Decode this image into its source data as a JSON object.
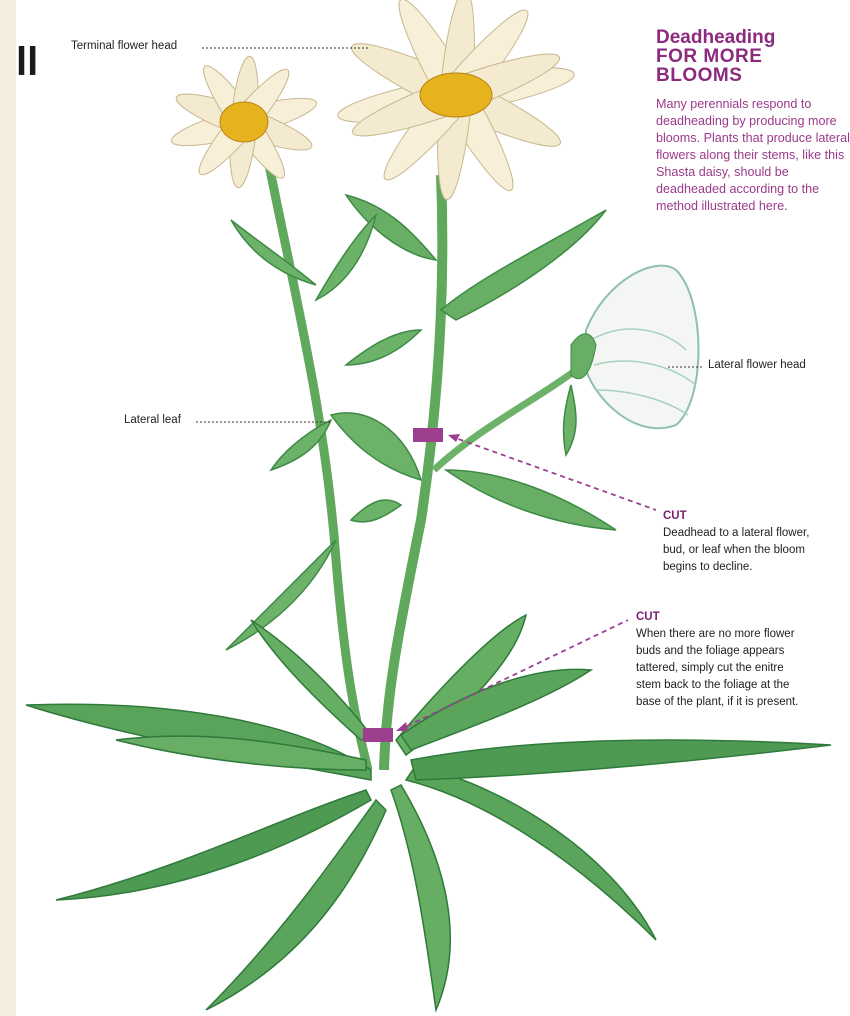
{
  "heading": {
    "line1": "Deadheading",
    "line2": "FOR MORE",
    "line3": "BLOOMS"
  },
  "intro": "Many perennials respond to deadheading by producing more blooms. Plants that produce lateral flowers along their stems, like this Shasta daisy, should be deadheaded according to the method illustrated here.",
  "labels": {
    "terminal_flower_head": "Terminal flower head",
    "lateral_flower_head": "Lateral flower head",
    "lateral_leaf": "Lateral leaf"
  },
  "cut1": {
    "title": "CUT",
    "lines": [
      "Deadhead to a lateral flower,",
      "bud, or leaf when the bloom",
      "begins to decline."
    ]
  },
  "cut2": {
    "title": "CUT",
    "lines": [
      "When there are no more flower",
      "buds and the foliage appears",
      "tattered, simply cut the enitre",
      "stem back to the foliage at the",
      "base of the plant, if it is present."
    ]
  },
  "colors": {
    "accent": "#8b2a7e",
    "cut_marker": "#9c3f8f",
    "leaf": "#5fa85c",
    "leaf_dark": "#2f7a3a",
    "petal": "#f7efd8",
    "center": "#e6b21e",
    "background": "#f4ecdc"
  }
}
